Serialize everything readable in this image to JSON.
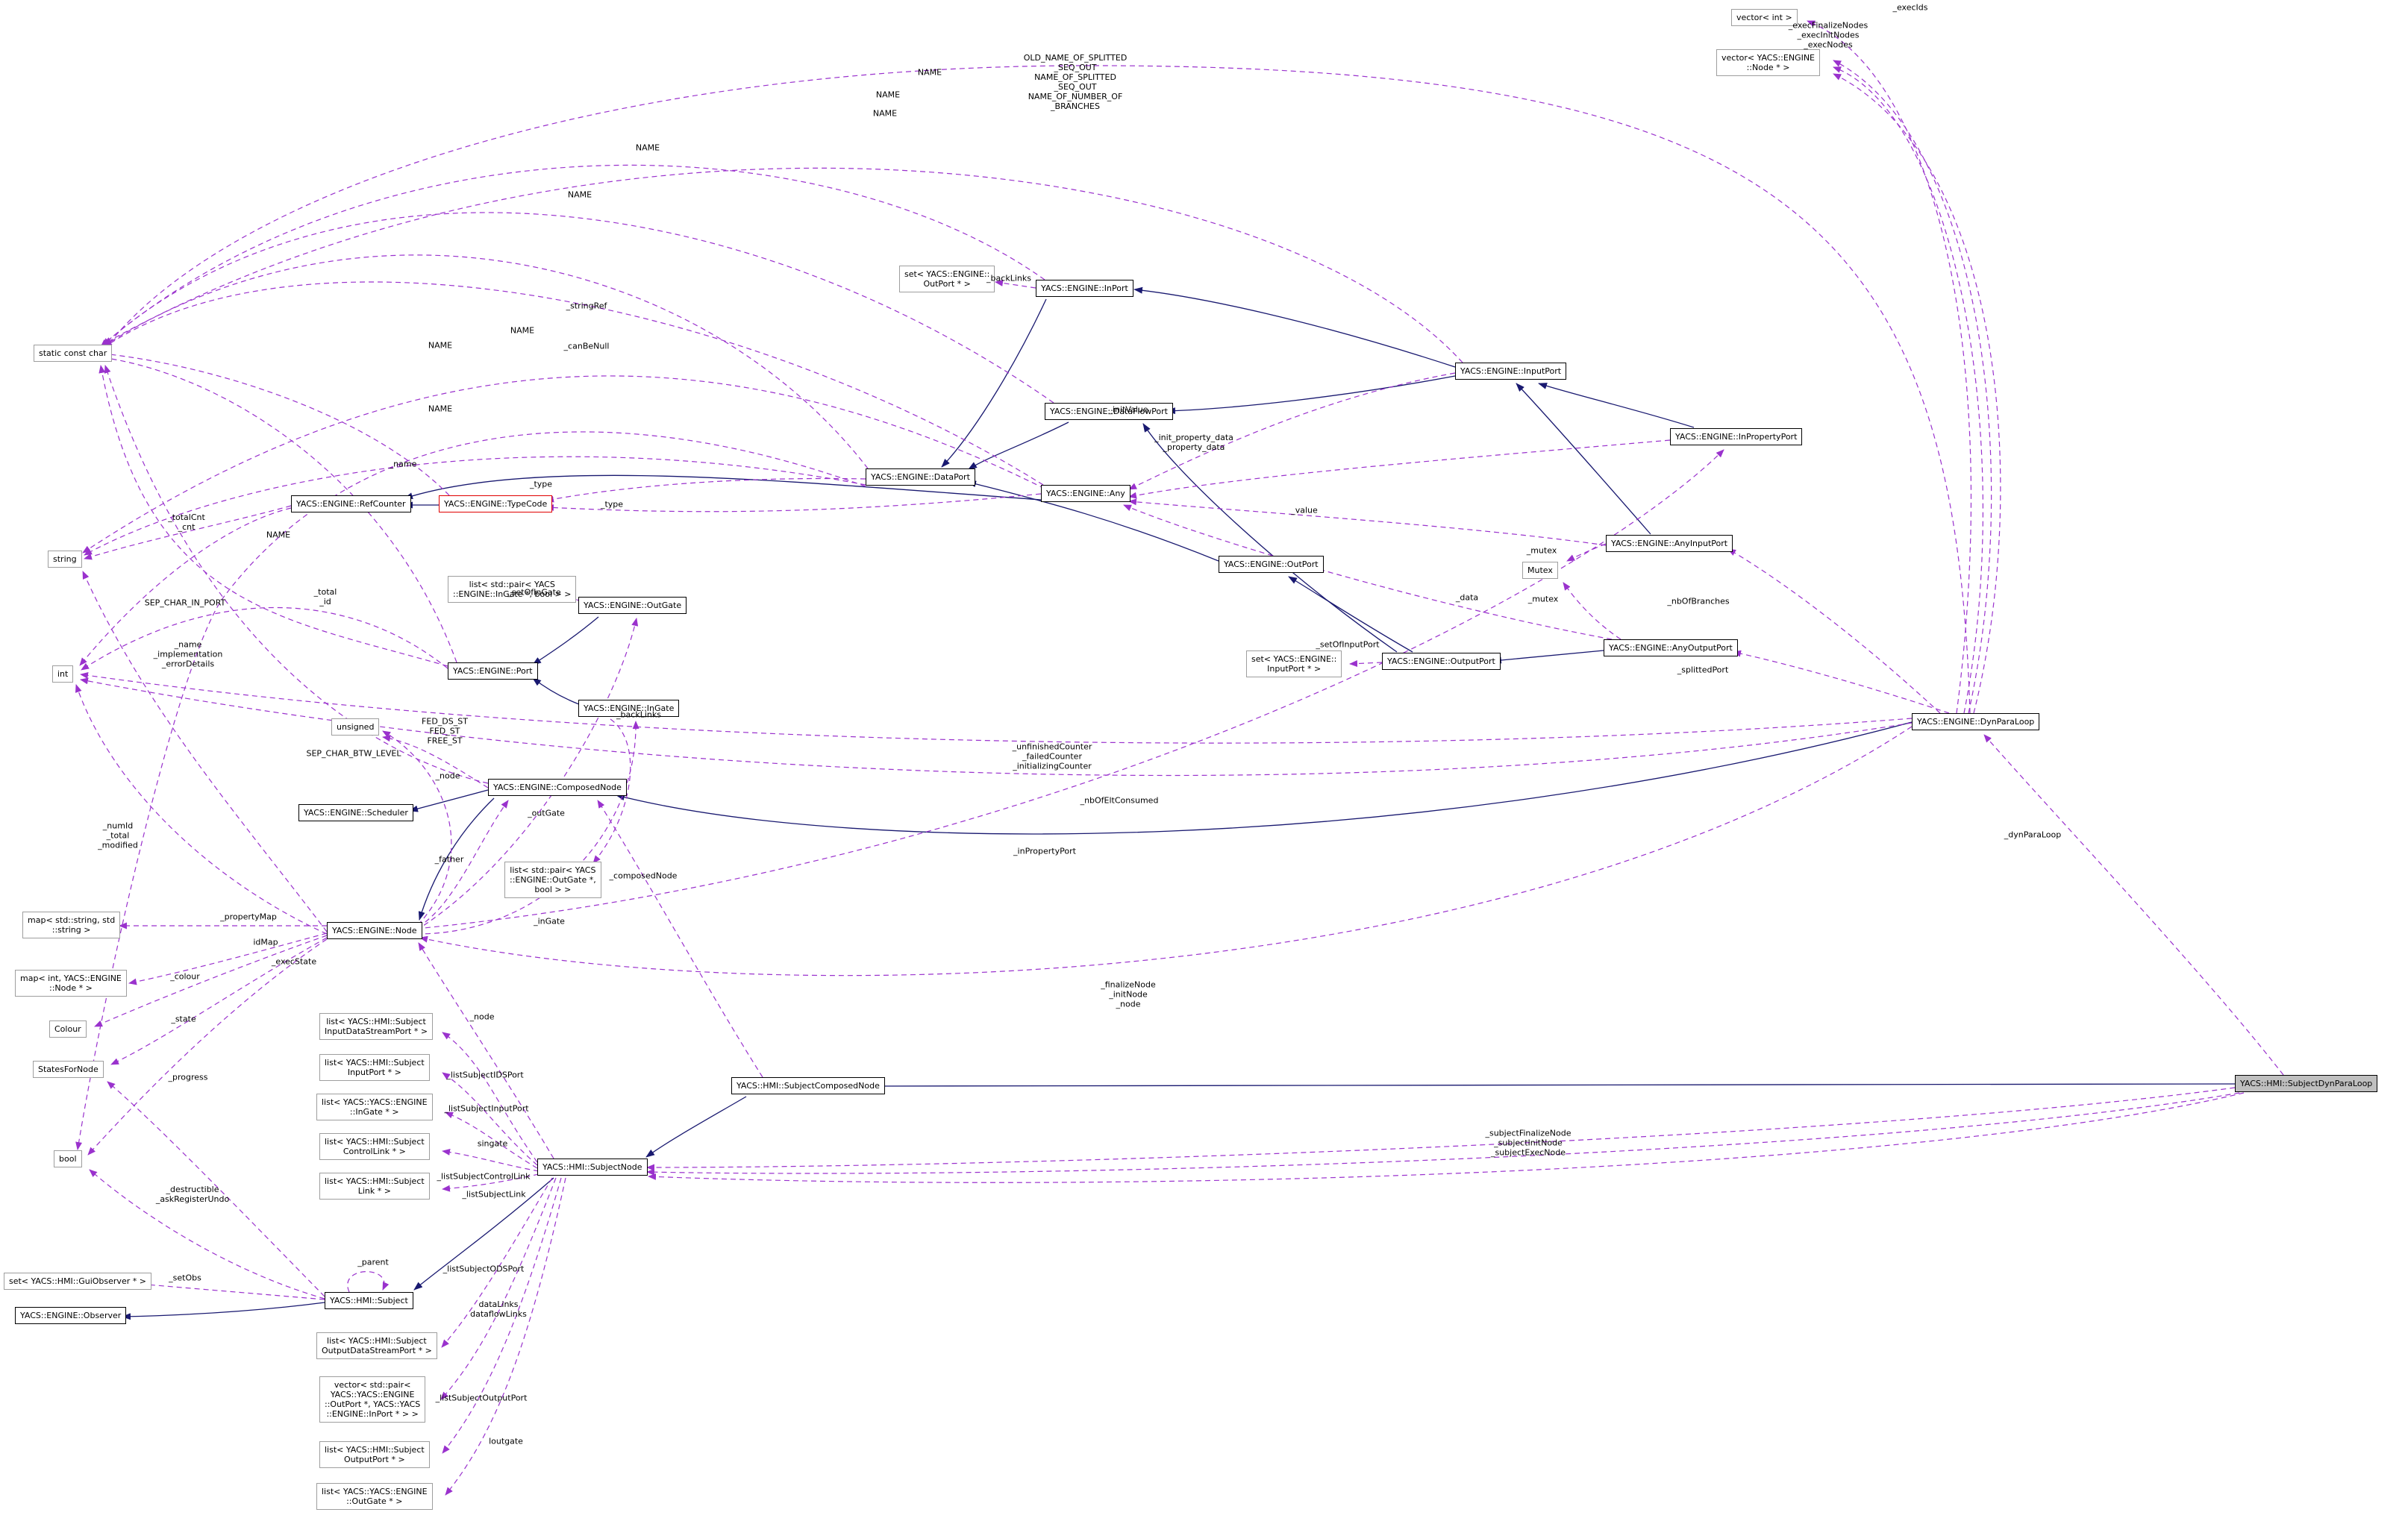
{
  "colors": {
    "usage_edge": "#9a32cd",
    "inherit_edge": "#191970",
    "typecode_border": "#e00000",
    "highlight_bg": "#bfbfbf"
  },
  "nodes": {
    "static_const_char": {
      "label": "static const char"
    },
    "string_box": {
      "label": "string"
    },
    "int_box": {
      "label": "int"
    },
    "unsigned_box": {
      "label": "unsigned"
    },
    "vector_int": {
      "label": "vector< int >"
    },
    "vector_node": {
      "label": "vector< YACS::ENGINE\n::Node * >"
    },
    "set_outport": {
      "label": "set< YACS::ENGINE::\nOutPort * >"
    },
    "inport": {
      "label": "YACS::ENGINE::InPort"
    },
    "inputport": {
      "label": "YACS::ENGINE::InputPort"
    },
    "dataflowport": {
      "label": "YACS::ENGINE::DataFlowPort"
    },
    "inpropertyport": {
      "label": "YACS::ENGINE::InPropertyPort"
    },
    "dataport": {
      "label": "YACS::ENGINE::DataPort"
    },
    "any": {
      "label": "YACS::ENGINE::Any"
    },
    "refcounter": {
      "label": "YACS::ENGINE::RefCounter"
    },
    "typecode": {
      "label": "YACS::ENGINE::TypeCode"
    },
    "list_pair_ingate": {
      "label": "list< std::pair< YACS\n::ENGINE::InGate *, bool > >"
    },
    "outgate": {
      "label": "YACS::ENGINE::OutGate"
    },
    "port": {
      "label": "YACS::ENGINE::Port"
    },
    "ingate": {
      "label": "YACS::ENGINE::InGate"
    },
    "outport": {
      "label": "YACS::ENGINE::OutPort"
    },
    "mutex": {
      "label": "Mutex"
    },
    "set_inputport": {
      "label": "set< YACS::ENGINE::\nInputPort * >"
    },
    "outputport": {
      "label": "YACS::ENGINE::OutputPort"
    },
    "anyinputport": {
      "label": "YACS::ENGINE::AnyInputPort"
    },
    "anyoutputport": {
      "label": "YACS::ENGINE::AnyOutputPort"
    },
    "dynparaloop": {
      "label": "YACS::ENGINE::DynParaLoop"
    },
    "composednode": {
      "label": "YACS::ENGINE::ComposedNode"
    },
    "scheduler": {
      "label": "YACS::ENGINE::Scheduler"
    },
    "list_pair_outgate": {
      "label": "list< std::pair< YACS\n::ENGINE::OutGate *,\nbool > >"
    },
    "node": {
      "label": "YACS::ENGINE::Node"
    },
    "map_string": {
      "label": "map< std::string, std\n::string >"
    },
    "map_int_node": {
      "label": "map< int, YACS::ENGINE\n::Node * >"
    },
    "colour": {
      "label": "Colour"
    },
    "statesfornode": {
      "label": "StatesForNode"
    },
    "bool_box": {
      "label": "bool"
    },
    "l_idsport": {
      "label": "list< YACS::HMI::Subject\nInputDataStreamPort * >"
    },
    "l_inputport": {
      "label": "list< YACS::HMI::Subject\nInputPort * >"
    },
    "l_ingate": {
      "label": "list< YACS::YACS::ENGINE\n::InGate * >"
    },
    "l_controllink": {
      "label": "list< YACS::HMI::Subject\nControlLink * >"
    },
    "l_link": {
      "label": "list< YACS::HMI::Subject\nLink * >"
    },
    "subjectnode": {
      "label": "YACS::HMI::SubjectNode"
    },
    "subjectcomposednode": {
      "label": "YACS::HMI::SubjectComposedNode"
    },
    "subjectdynparaloop": {
      "label": "YACS::HMI::SubjectDynParaLoop"
    },
    "gui_set": {
      "label": "set< YACS::HMI::GuiObserver * >"
    },
    "observer": {
      "label": "YACS::ENGINE::Observer"
    },
    "subject": {
      "label": "YACS::HMI::Subject"
    },
    "l_odsport": {
      "label": "list< YACS::HMI::Subject\nOutputDataStreamPort * >"
    },
    "vector_pair": {
      "label": "vector< std::pair<\nYACS::YACS::ENGINE\n::OutPort *, YACS::YACS\n::ENGINE::InPort * > >"
    },
    "l_outputport": {
      "label": "list< YACS::HMI::Subject\nOutputPort * >"
    },
    "l_outgate": {
      "label": "list< YACS::YACS::ENGINE\n::OutGate * >"
    }
  },
  "labels": {
    "old_name_block": "OLD_NAME_OF_SPLITTED\n_SEQ_OUT\nNAME_OF_SPLITTED\n_SEQ_OUT\nNAME_OF_NUMBER_OF\n_BRANCHES",
    "exec_ids": "_execIds",
    "exec_nodes_block": "_execFinalizeNodes\n_execInitNodes\n_execNodes",
    "name1": "NAME",
    "name2": "NAME",
    "name3": "NAME",
    "name4": "NAME",
    "name5": "NAME",
    "name6": "NAME",
    "name7": "NAME",
    "name8": "NAME",
    "name9": "NAME",
    "backlinks_inport": "_backLinks",
    "stringref": "_stringRef",
    "canbenull": "_canBeNull",
    "name_member": "_name",
    "type1": "_type",
    "type2": "_type",
    "totalcnt_block": "_totalCnt\n_cnt",
    "total_id_block": "_total\n_id",
    "sep_char_in_port": "SEP_CHAR_IN_PORT",
    "setofingate": "_setOfInGate",
    "backlinks_ingate": "_backLinks",
    "name_impl_block": "_name\n_implementation\n_errorDetails",
    "fed_block": "FED_DS_ST\nFED_ST\nFREE_ST",
    "sep_char_btw": "SEP_CHAR_BTW_LEVEL",
    "node_a": "_node",
    "node_b": "_node",
    "outgate_member": "_outGate",
    "father": "_father",
    "composednode_member": "_composedNode",
    "ingate_member": "_inGate",
    "counters_block": "_unfinishedCounter\n_failedCounter\n_initializingCounter",
    "nbofeltconsumed": "_nbOfEltConsumed",
    "inpropertyport_member": "_inPropertyPort",
    "finalize_block": "_finalizeNode\n_initNode\n_node",
    "numid_block": "_numId\n_total\n_modified",
    "propertymap": "_propertyMap",
    "idmap": "idMap",
    "colour_member": "_colour",
    "state": "_state",
    "progress": "_progress",
    "execstate": "_execState",
    "destructible_block": "_destructible\n_askRegisterUndo",
    "setobs": "_setObs",
    "parent": "_parent",
    "l_ids": "_listSubjectIDSPort",
    "l_input": "_listSubjectInputPort",
    "singate": "singate",
    "l_control": "_listSubjectControlLink",
    "l_link_lbl": "_listSubjectLink",
    "l_ods": "_listSubjectODSPort",
    "datalinks_block": "dataLinks\ndataflowLinks",
    "l_output": "_listSubjectOutputPort",
    "loutgate": "loutgate",
    "mutex1": "_mutex",
    "mutex2": "_mutex",
    "data_member": "_data",
    "value_member": "_value",
    "initprop_block": "_init_property_data\n_property_data",
    "initvalue": "_initValue",
    "setofinputport": "_setOfInputPort",
    "nbofbranches": "_nbOfBranches",
    "splittedport": "_splittedPort",
    "dynparaloop_member": "_dynParaLoop",
    "subjectfin_block": "_subjectFinalizeNode\n_subjectInitNode\n_subjectExecNode"
  }
}
